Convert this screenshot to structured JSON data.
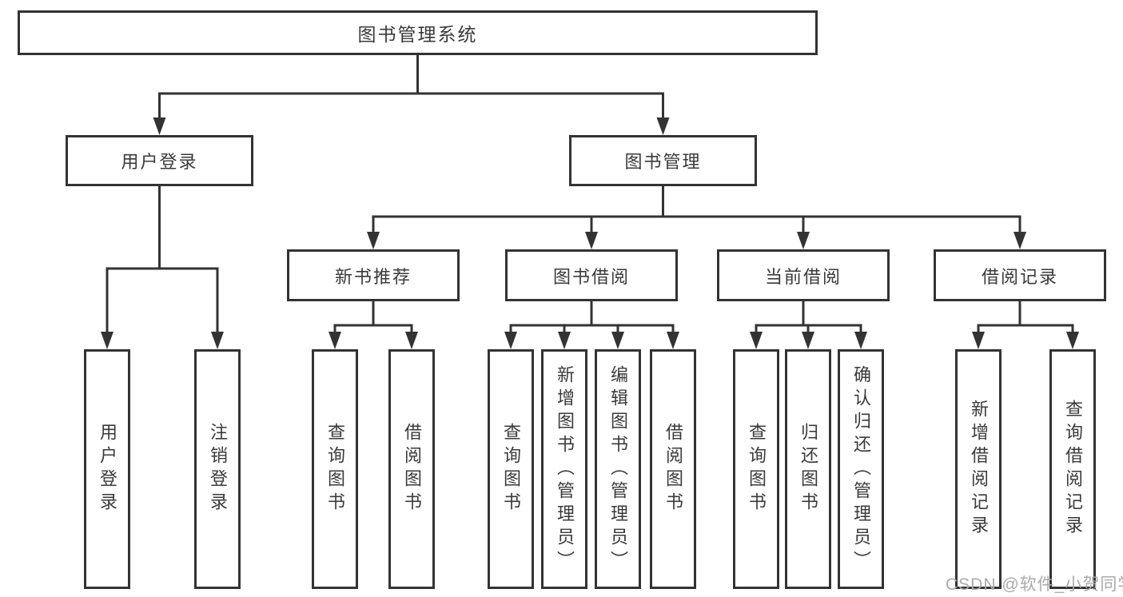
{
  "tree": {
    "root": {
      "label": "图书管理系统"
    },
    "branches": [
      {
        "label": "用户登录",
        "leaves": [
          "用户登录",
          "注销登录"
        ]
      },
      {
        "label": "图书管理",
        "groups": [
          {
            "label": "新书推荐",
            "leaves": [
              "查询图书",
              "借阅图书"
            ]
          },
          {
            "label": "图书借阅",
            "leaves": [
              "查询图书",
              "新增图书（管理员）",
              "编辑图书（管理员）",
              "借阅图书"
            ]
          },
          {
            "label": "当前借阅",
            "leaves": [
              "查询图书",
              "归还图书",
              "确认归还（管理员）"
            ]
          },
          {
            "label": "借阅记录",
            "leaves": [
              "新增借阅记录",
              "查询借阅记录"
            ]
          }
        ]
      }
    ]
  },
  "watermark": {
    "text": "CSDN @软件_小贺同学"
  },
  "colors": {
    "line": "#333333",
    "box_border": "#333333",
    "box_fill": "#ffffff",
    "text": "#3a3a3a",
    "watermark": "#ababab",
    "background": "#ffffff"
  }
}
